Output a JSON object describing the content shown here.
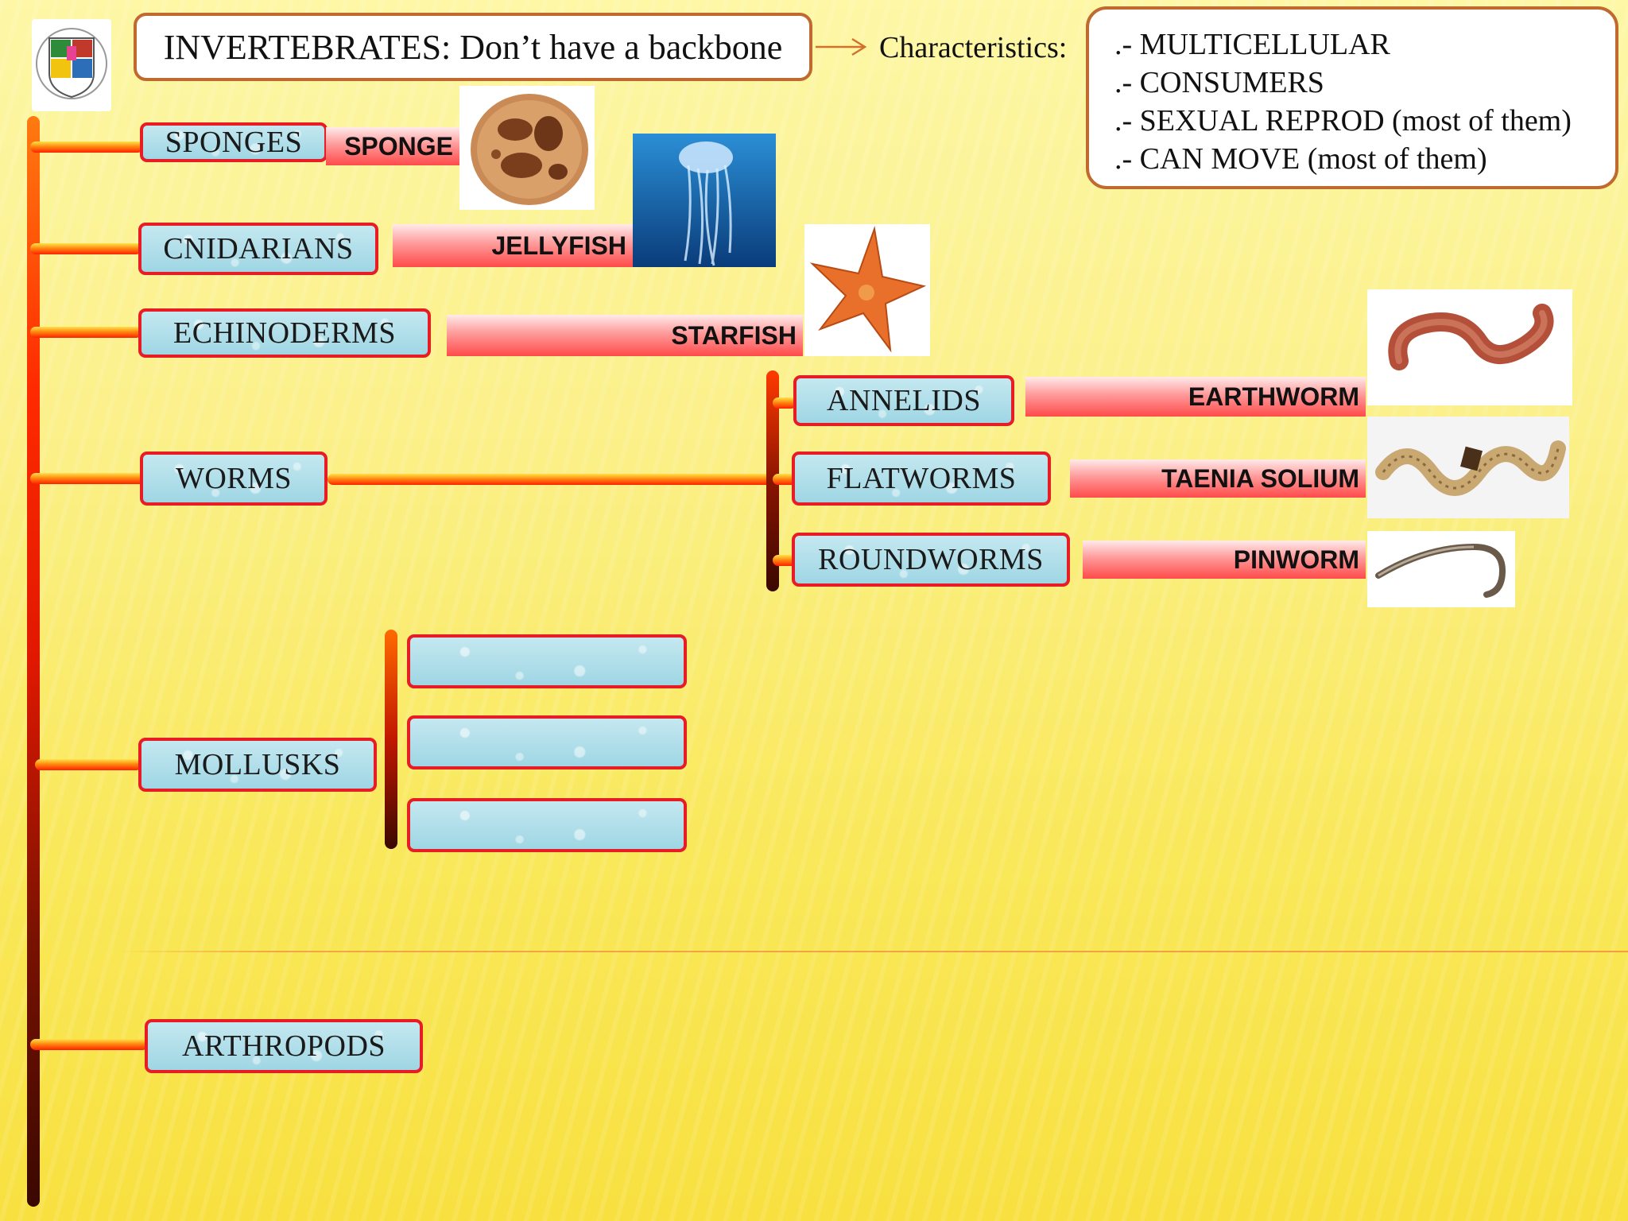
{
  "title": "INVERTEBRATES: Don’t have a backbone",
  "characteristics": {
    "label": "Characteristics:",
    "items": [
      ".- MULTICELLULAR",
      ".- CONSUMERS",
      ".- SEXUAL REPROD (most of them)",
      ".- CAN MOVE (most of them)"
    ]
  },
  "groups": {
    "sponges": {
      "label": "SPONGES",
      "example": "SPONGE"
    },
    "cnidarians": {
      "label": "CNIDARIANS",
      "example": "JELLYFISH"
    },
    "echinoderms": {
      "label": "ECHINODERMS",
      "example": "STARFISH"
    },
    "worms": {
      "label": "WORMS",
      "annelids": {
        "label": "ANNELIDS",
        "example": "EARTHWORM"
      },
      "flatworms": {
        "label": "FLATWORMS",
        "example": "TAENIA SOLIUM"
      },
      "roundworms": {
        "label": "ROUNDWORMS",
        "example": "PINWORM"
      }
    },
    "mollusks": {
      "label": "MOLLUSKS",
      "subgroups": [
        "",
        "",
        ""
      ]
    },
    "arthropods": {
      "label": "ARTHROPODS"
    }
  },
  "colors": {
    "box_border": "#e81c24",
    "box_fill": "#a8dbe8",
    "title_border": "#c06a30",
    "background": "#f9e85a"
  }
}
